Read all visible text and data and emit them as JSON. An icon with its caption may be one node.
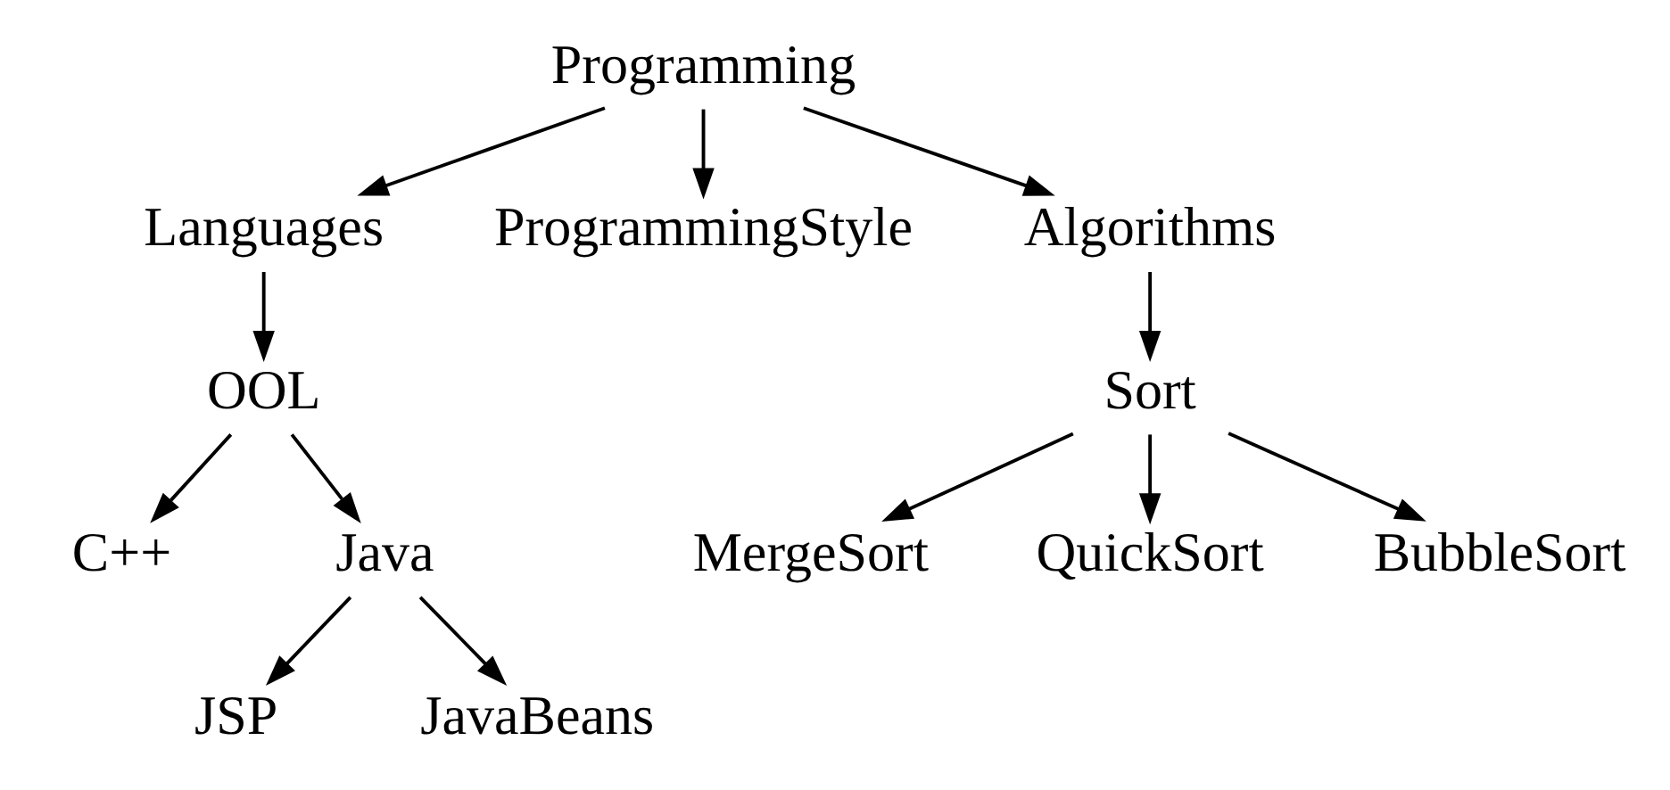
{
  "diagram": {
    "nodes": [
      {
        "text": [
          "Programming"
        ]
      },
      {
        "text": [
          "Languages"
        ]
      },
      {
        "text": [
          "ProgrammingStyle"
        ]
      },
      {
        "text": [
          "Algorithms"
        ]
      },
      {
        "text": [
          "OOL"
        ]
      },
      {
        "text": [
          "C++"
        ]
      },
      {
        "text": [
          "Java"
        ]
      },
      {
        "text": [
          "JSP"
        ]
      },
      {
        "text": [
          "JavaBeans"
        ]
      },
      {
        "text": [
          "Sort"
        ]
      },
      {
        "text": [
          "MergeSort"
        ]
      },
      {
        "text": [
          "QuickSort"
        ]
      },
      {
        "text": [
          "BubbleSort"
        ]
      }
    ],
    "edges": [
      {
        "from": 0,
        "to": 1,
        "arrow": "to"
      },
      {
        "from": 0,
        "to": 2,
        "arrow": "to"
      },
      {
        "from": 0,
        "to": 3,
        "arrow": "to"
      },
      {
        "from": 1,
        "to": 4,
        "arrow": "to"
      },
      {
        "from": 4,
        "to": 5,
        "arrow": "to"
      },
      {
        "from": 4,
        "to": 6,
        "arrow": "to"
      },
      {
        "from": 6,
        "to": 7,
        "arrow": "to"
      },
      {
        "from": 6,
        "to": 8,
        "arrow": "to"
      },
      {
        "from": 3,
        "to": 9,
        "arrow": "to"
      },
      {
        "from": 9,
        "to": 10,
        "arrow": "to"
      },
      {
        "from": 9,
        "to": 11,
        "arrow": "to"
      },
      {
        "from": 9,
        "to": 12,
        "arrow": "to"
      }
    ]
  }
}
